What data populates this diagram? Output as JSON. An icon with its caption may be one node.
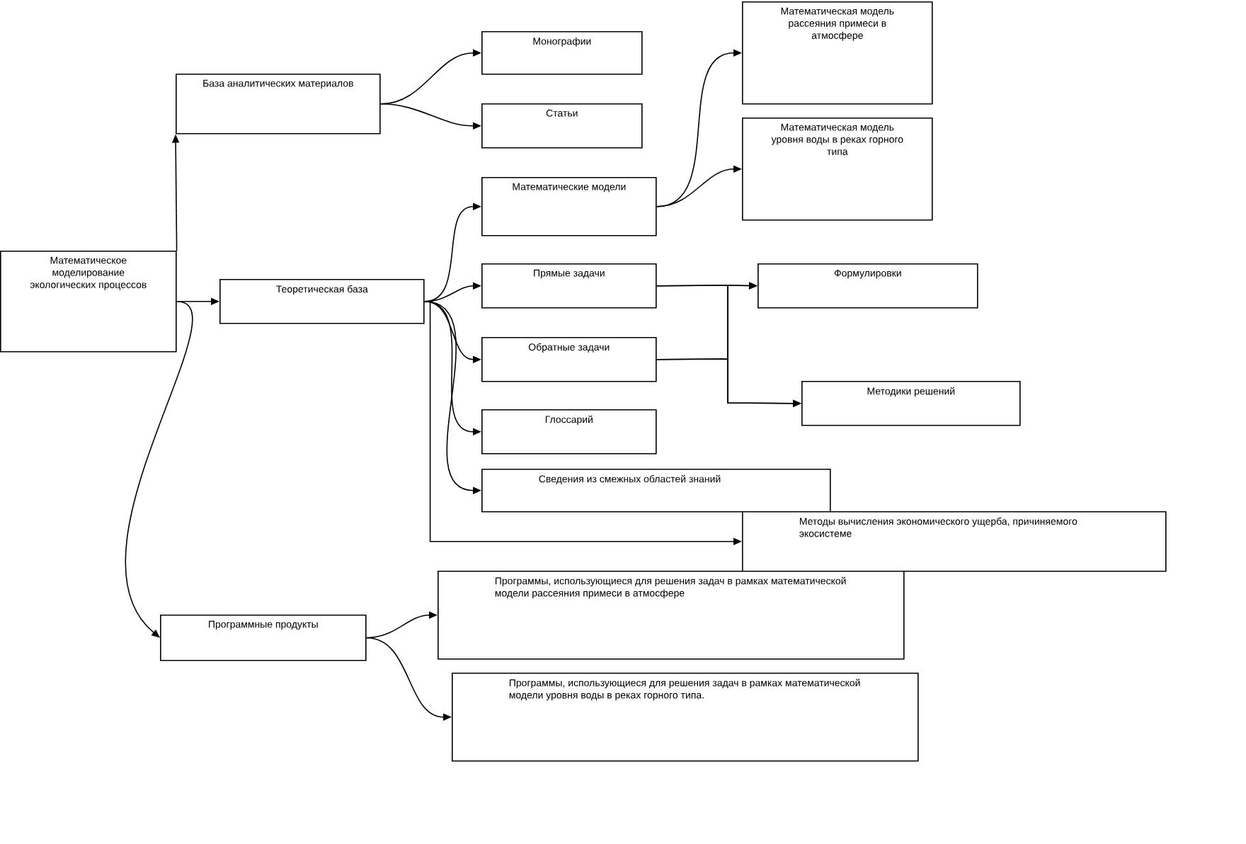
{
  "diagram": {
    "nodes": [
      {
        "text": [
          "Математическое моделирование экологических процессов"
        ]
      },
      {
        "text": [
          "База аналитических материалов"
        ]
      },
      {
        "text": [
          "Монографии"
        ]
      },
      {
        "text": [
          "Статьи"
        ]
      },
      {
        "text": [
          "Теоретическая база"
        ]
      },
      {
        "text": [
          "Математические модели"
        ]
      },
      {
        "text": [
          "Математическая модель рассеяния примеси в атмосфере"
        ]
      },
      {
        "text": [
          "Математическая модель уровня воды в реках горного типа"
        ]
      },
      {
        "text": [
          "Прямые задачи"
        ]
      },
      {
        "text": [
          "Обратные задачи"
        ]
      },
      {
        "text": [
          "Формулировки"
        ]
      },
      {
        "text": [
          "Методики решений"
        ]
      },
      {
        "text": [
          "Глоссарий"
        ]
      },
      {
        "text": [
          "Сведения из смежных областей знаний"
        ]
      },
      {
        "text": [
          "Методы вычисления экономического ущерба, причиняемого экосистеме"
        ]
      },
      {
        "text": [
          "Программные продукты"
        ]
      },
      {
        "text": [
          "Программы, использующиеся для решения задач в рамках математической модели рассеяния примеси в атмосфере"
        ]
      },
      {
        "text": [
          "Программы, использующиеся для решения задач в рамках математической модели уровня воды в реках горного типа."
        ]
      }
    ],
    "edges": [
      {
        "from": 0,
        "to": 1,
        "arrow": "to"
      },
      {
        "from": 0,
        "to": 4,
        "arrow": "to"
      },
      {
        "from": 0,
        "to": 15,
        "arrow": "to"
      },
      {
        "from": 1,
        "to": 2,
        "arrow": "to"
      },
      {
        "from": 1,
        "to": 3,
        "arrow": "to"
      },
      {
        "from": 4,
        "to": 5,
        "arrow": "to"
      },
      {
        "from": 4,
        "to": 8,
        "arrow": "to"
      },
      {
        "from": 4,
        "to": 9,
        "arrow": "to"
      },
      {
        "from": 4,
        "to": 12,
        "arrow": "to"
      },
      {
        "from": 4,
        "to": 13,
        "arrow": "to"
      },
      {
        "from": 4,
        "to": 14,
        "arrow": "to"
      },
      {
        "from": 5,
        "to": 6,
        "arrow": "to"
      },
      {
        "from": 5,
        "to": 7,
        "arrow": "to"
      },
      {
        "from": 8,
        "to": 10,
        "arrow": "to"
      },
      {
        "from": 8,
        "to": 11,
        "arrow": "to"
      },
      {
        "from": 9,
        "to": 10,
        "arrow": "to"
      },
      {
        "from": 9,
        "to": 11,
        "arrow": "to"
      },
      {
        "from": 15,
        "to": 16,
        "arrow": "to"
      },
      {
        "from": 15,
        "to": 17,
        "arrow": "to"
      }
    ]
  }
}
